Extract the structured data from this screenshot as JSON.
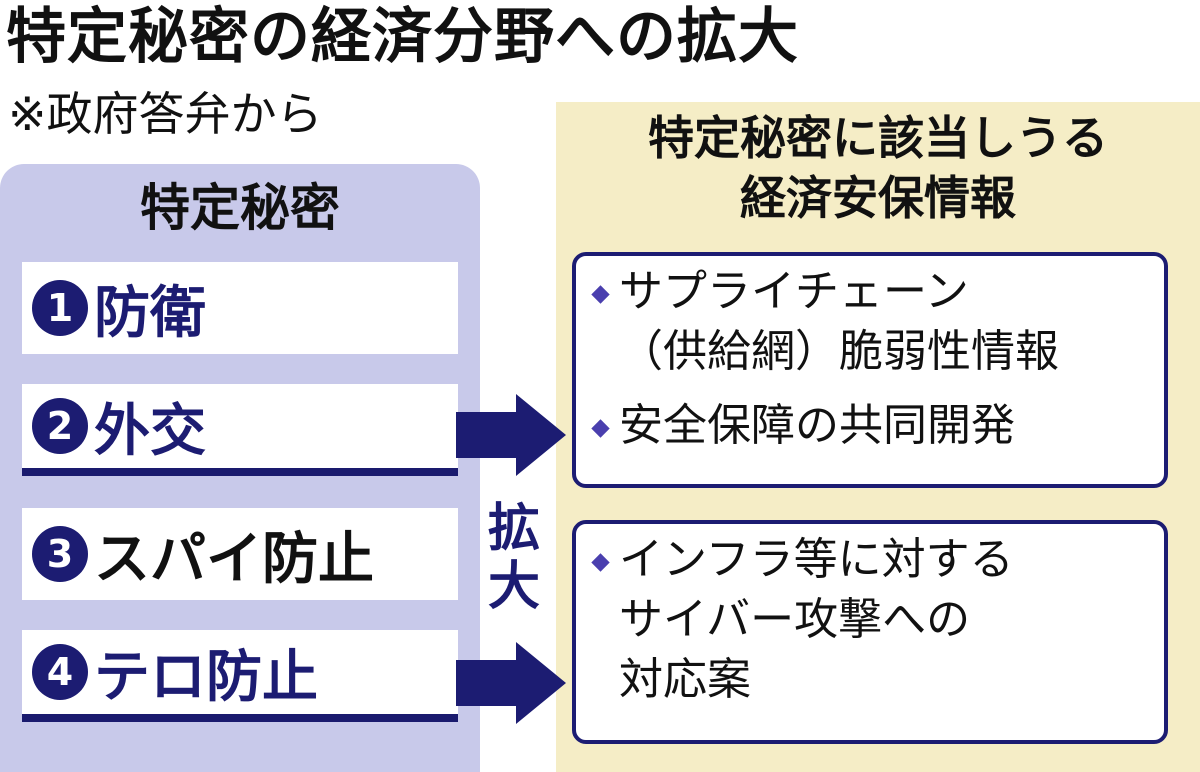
{
  "header": {
    "title": "特定秘密の経済分野への拡大",
    "source": "※政府答弁から"
  },
  "left": {
    "heading": "特定秘密",
    "items": [
      {
        "num": "1",
        "label": "防衛"
      },
      {
        "num": "2",
        "label": "外交"
      },
      {
        "num": "3",
        "label": "スパイ防止"
      },
      {
        "num": "4",
        "label": "テロ防止"
      }
    ]
  },
  "expand_label": {
    "line1": "拡",
    "line2": "大"
  },
  "right": {
    "heading_line1": "特定秘密に該当しうる",
    "heading_line2": "経済安保情報",
    "box1": {
      "item1_line1": "サプライチェーン",
      "item1_line2": "（供給網）脆弱性情報",
      "item2": "安全保障の共同開発"
    },
    "box2": {
      "item1_line1": "インフラ等に対する",
      "item1_line2": "サイバー攻撃への",
      "item1_line3": "対応案"
    }
  },
  "colors": {
    "navy": "#1c1c72",
    "left_panel": "#c8c9ea",
    "right_panel": "#f5edc6",
    "bullet": "#4a3fae"
  }
}
